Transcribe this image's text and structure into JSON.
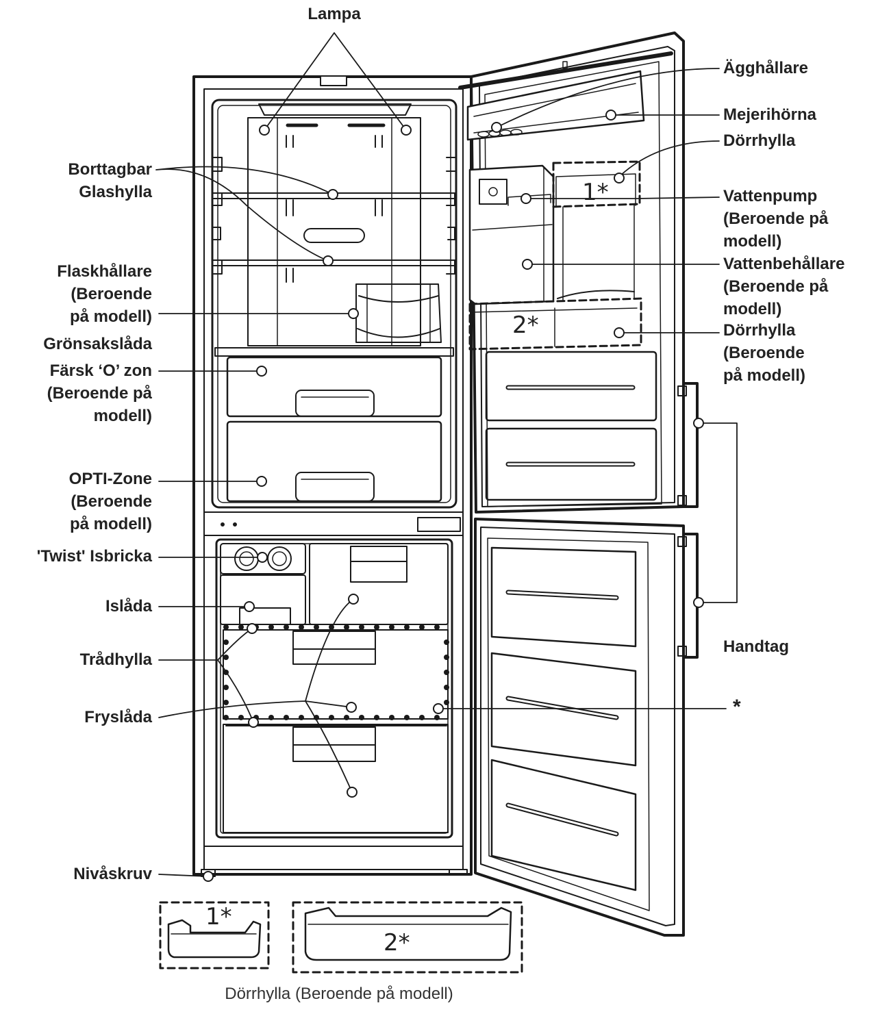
{
  "labels": {
    "lampa": [
      "Lampa"
    ],
    "borttagbar": [
      "Borttagbar",
      "Glashylla"
    ],
    "flaskhallare": [
      "Flaskhållare",
      "(Beroende",
      "på modell)"
    ],
    "gronsakslada": [
      "Grönsakslåda"
    ],
    "farsk": [
      "Färsk ‘O’ zon",
      "(Beroende på",
      "modell)"
    ],
    "optizone": [
      "OPTI-Zone",
      "(Beroende",
      "på modell)"
    ],
    "twist": [
      "'Twist' Isbricka"
    ],
    "islada": [
      "Islåda"
    ],
    "tradhylla": [
      "Trådhylla"
    ],
    "fryslada": [
      "Fryslåda"
    ],
    "nivaskruv": [
      "Nivåskruv"
    ],
    "agghallare": [
      "Ägghållare"
    ],
    "mejerihorna": [
      "Mejerihörna"
    ],
    "dorrhylla1": [
      "Dörrhylla"
    ],
    "vattenpump": [
      "Vattenpump",
      "(Beroende på",
      "modell)"
    ],
    "vattenbehallare": [
      "Vattenbehållare",
      "(Beroende på",
      "modell)"
    ],
    "dorrhylla2": [
      "Dörrhylla",
      "(Beroende",
      "på modell)"
    ],
    "handtag": [
      "Handtag"
    ],
    "asterisk": [
      "*"
    ]
  },
  "tags": {
    "shelf1": "1*",
    "shelf2": "2*"
  },
  "caption": "Dörrhylla (Beroende på modell)"
}
